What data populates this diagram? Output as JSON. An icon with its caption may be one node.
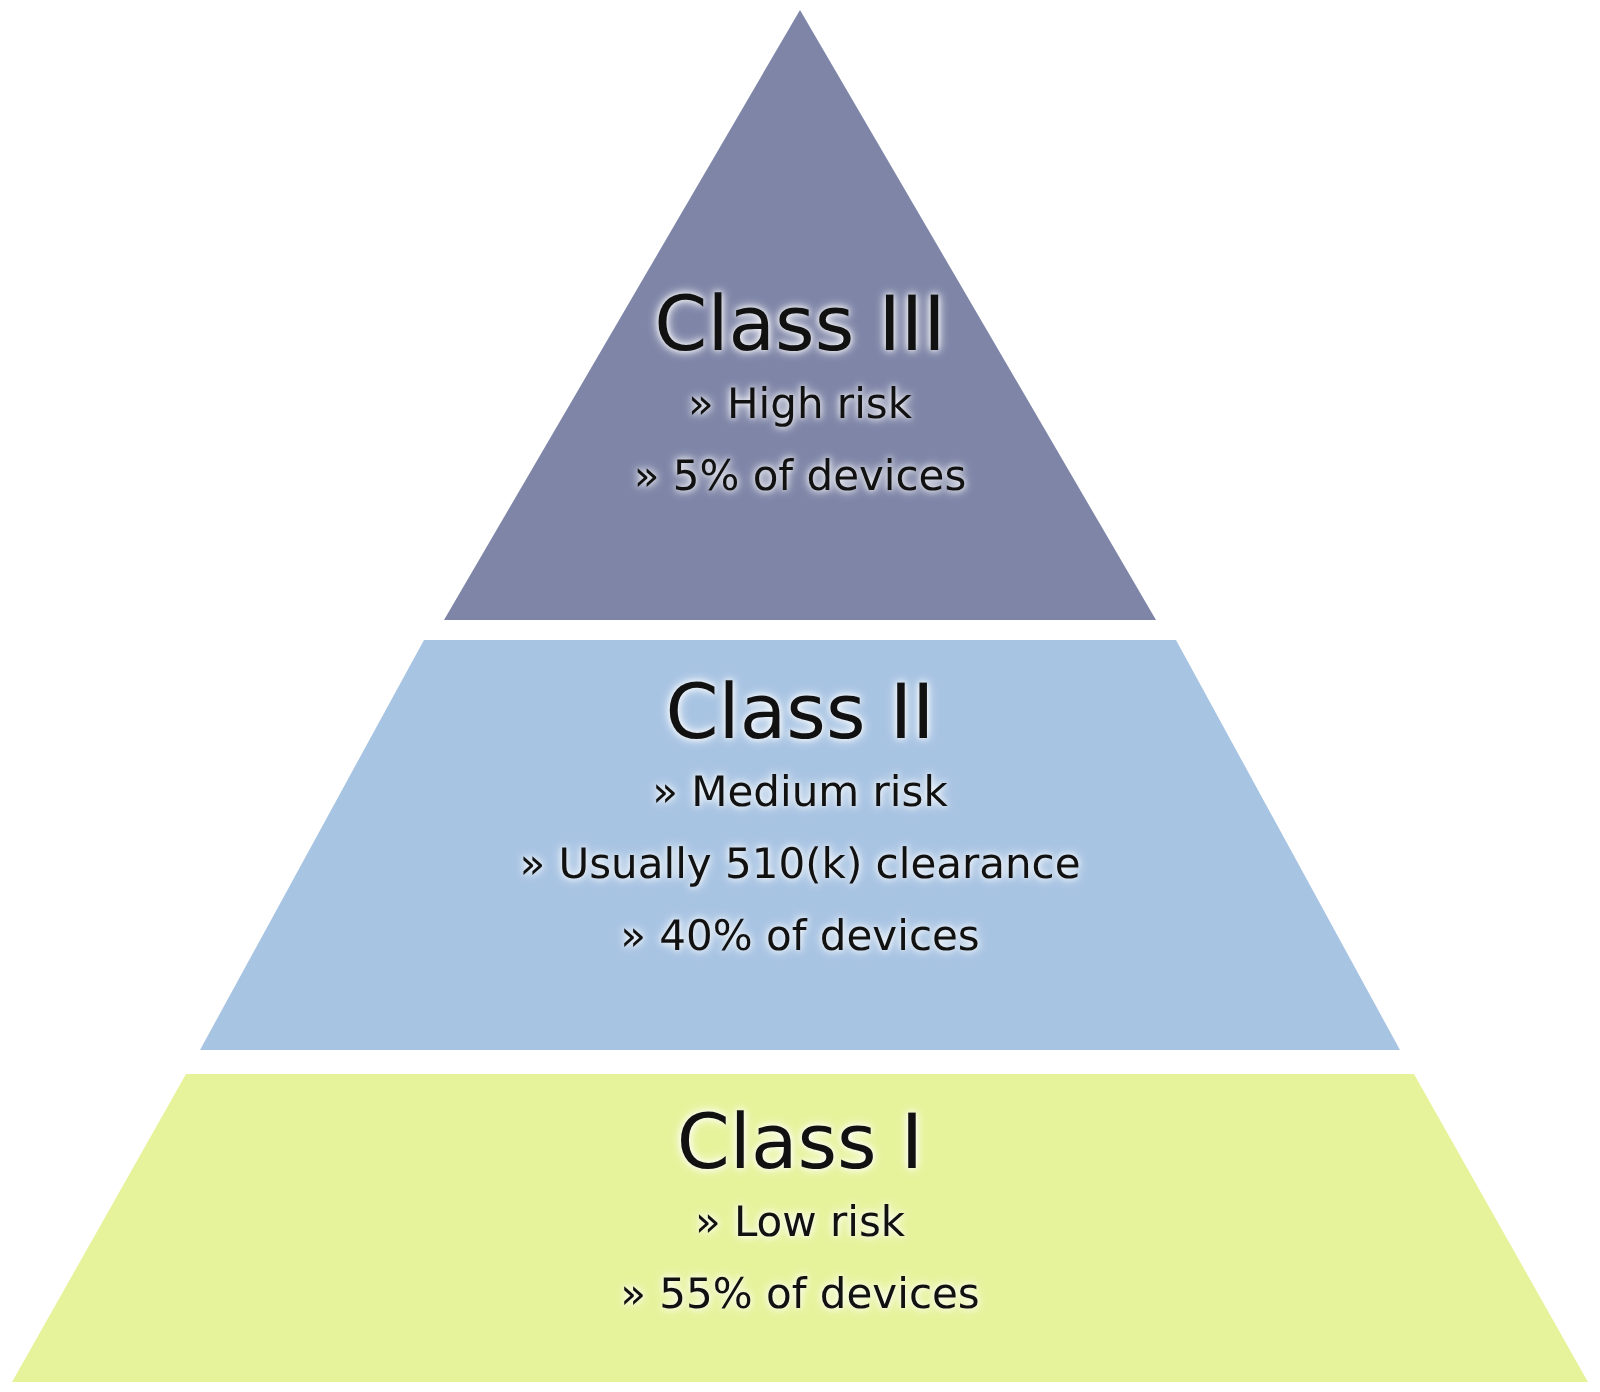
{
  "diagram": {
    "nodes": [
      {
        "text": [
          "Class III",
          "» High risk",
          "» 5% of devices"
        ]
      },
      {
        "text": [
          "Class II",
          "» Medium risk",
          "» Usually 510(k) clearance",
          "» 40% of devices"
        ]
      },
      {
        "text": [
          "Class I",
          "» Low risk",
          "» 55% of devices"
        ]
      }
    ]
  }
}
